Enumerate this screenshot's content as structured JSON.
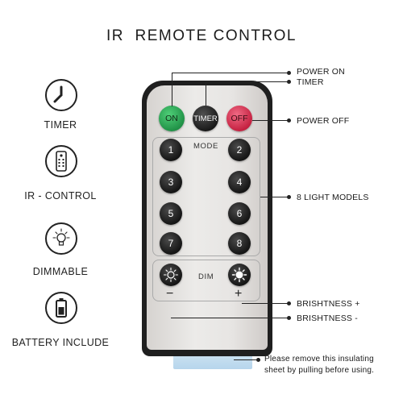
{
  "title": "IR  REMOTE CONTROL",
  "features": [
    {
      "icon": "clock-icon",
      "label": "TIMER"
    },
    {
      "icon": "remote-icon",
      "label": "IR - CONTROL"
    },
    {
      "icon": "bulb-icon",
      "label": "DIMMABLE"
    },
    {
      "icon": "battery-icon",
      "label": "BATTERY  INCLUDE"
    }
  ],
  "remote": {
    "on_label": "ON",
    "timer_label": "TIMER",
    "off_label": "OFF",
    "mode_label": "MODE",
    "dim_label": "DIM",
    "minus_label": "−",
    "plus_label": "+",
    "number_buttons": [
      "1",
      "2",
      "3",
      "4",
      "5",
      "6",
      "7",
      "8"
    ],
    "colors": {
      "on": "#2eaa56",
      "timer": "#2a2a2a",
      "off": "#d8334f",
      "body": "#1f1f1f",
      "tab": "#c3dcee"
    }
  },
  "callouts": {
    "power_on": "POWER ON",
    "timer": "TIMER",
    "power_off": "POWER OFF",
    "light_models": "8 LIGHT MODELS",
    "brightness_plus": "BRISHTNESS +",
    "brightness_minus": "BRISHTNESS -",
    "note_line1": "Please remove this insulating",
    "note_line2": "sheet by pulling before using."
  }
}
